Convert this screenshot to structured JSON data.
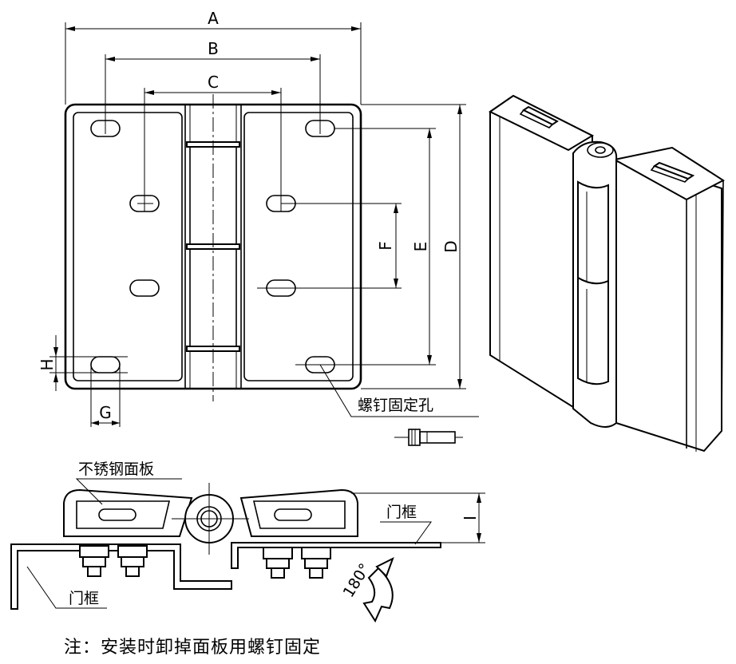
{
  "dimension_labels": {
    "A": "A",
    "B": "B",
    "C": "C",
    "D": "D",
    "E": "E",
    "F": "F",
    "G": "G",
    "H": "H",
    "I": "I"
  },
  "callouts": {
    "screw_hole": "螺钉固定孔",
    "stainless_panel": "不锈钢面板",
    "door_frame_right": "门框",
    "door_frame_left": "门框",
    "rotation": "180°"
  },
  "note": "注：安装时卸掉面板用螺钉固定"
}
